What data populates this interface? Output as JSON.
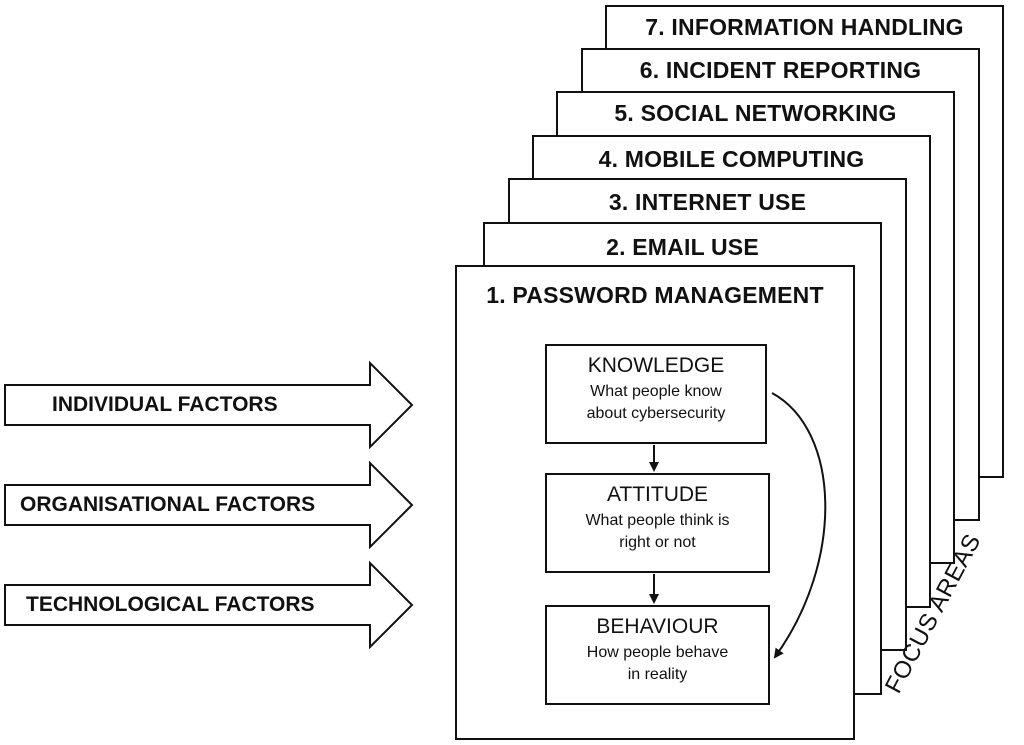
{
  "focus_areas": [
    "1. PASSWORD MANAGEMENT",
    "2. EMAIL USE",
    "3. INTERNET USE",
    "4. MOBILE COMPUTING",
    "5. SOCIAL NETWORKING",
    "6. INCIDENT REPORTING",
    "7. INFORMATION HANDLING"
  ],
  "focus_areas_label": "FOCUS AREAS",
  "factors": [
    "INDIVIDUAL FACTORS",
    "ORGANISATIONAL FACTORS",
    "TECHNOLOGICAL FACTORS"
  ],
  "model": {
    "knowledge": {
      "title": "KNOWLEDGE",
      "desc_line1": "What people know",
      "desc_line2": "about cybersecurity"
    },
    "attitude": {
      "title": "ATTITUDE",
      "desc_line1": "What people think is",
      "desc_line2": "right or not"
    },
    "behaviour": {
      "title": "BEHAVIOUR",
      "desc_line1": "How people behave",
      "desc_line2": "in reality"
    }
  }
}
